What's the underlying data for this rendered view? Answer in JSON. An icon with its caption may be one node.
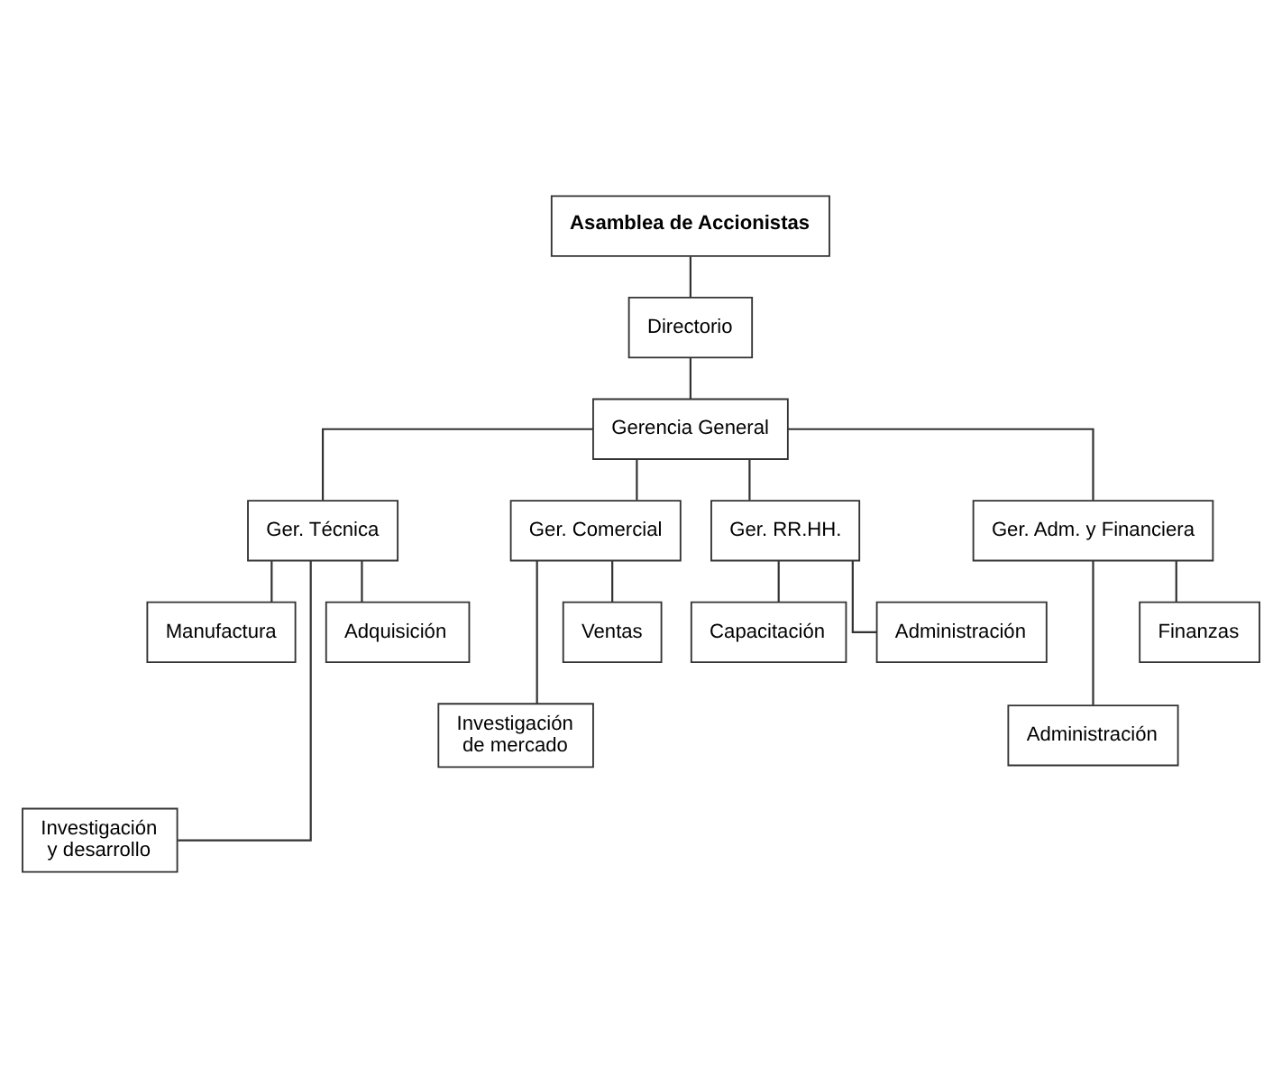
{
  "diagram": {
    "nodes": [
      {
        "text": [
          "Asamblea de Accionistas"
        ]
      },
      {
        "text": [
          "Directorio"
        ]
      },
      {
        "text": [
          "Gerencia General"
        ]
      },
      {
        "text": [
          "Ger. Técnica"
        ]
      },
      {
        "text": [
          "Ger. Comercial"
        ]
      },
      {
        "text": [
          "Ger. RR.HH."
        ]
      },
      {
        "text": [
          "Ger. Adm. y Financiera"
        ]
      },
      {
        "text": [
          "Capacitación"
        ]
      },
      {
        "text": [
          "Administración"
        ]
      },
      {
        "text": [
          "Investigación de mercado"
        ]
      },
      {
        "text": [
          "Ventas"
        ]
      },
      {
        "text": [
          "Administración"
        ]
      },
      {
        "text": [
          "Finanzas"
        ]
      },
      {
        "text": [
          "Investigación y desarrollo"
        ]
      },
      {
        "text": [
          "Manufactura"
        ]
      },
      {
        "text": [
          "Adquisición"
        ]
      }
    ],
    "edges": [
      {
        "from": 0,
        "to": 1,
        "arrow": "none"
      },
      {
        "from": 1,
        "to": 2,
        "arrow": "none"
      },
      {
        "from": 2,
        "to": 3,
        "arrow": "none"
      },
      {
        "from": 2,
        "to": 4,
        "arrow": "none"
      },
      {
        "from": 2,
        "to": 5,
        "arrow": "none"
      },
      {
        "from": 2,
        "to": 6,
        "arrow": "none"
      },
      {
        "from": 5,
        "to": 7,
        "arrow": "none"
      },
      {
        "from": 5,
        "to": 8,
        "arrow": "none"
      },
      {
        "from": 4,
        "to": 9,
        "arrow": "none"
      },
      {
        "from": 4,
        "to": 10,
        "arrow": "none"
      },
      {
        "from": 6,
        "to": 11,
        "arrow": "none"
      },
      {
        "from": 6,
        "to": 12,
        "arrow": "none"
      },
      {
        "from": 3,
        "to": 13,
        "arrow": "none"
      },
      {
        "from": 3,
        "to": 14,
        "arrow": "none"
      },
      {
        "from": 3,
        "to": 15,
        "arrow": "none"
      }
    ]
  }
}
